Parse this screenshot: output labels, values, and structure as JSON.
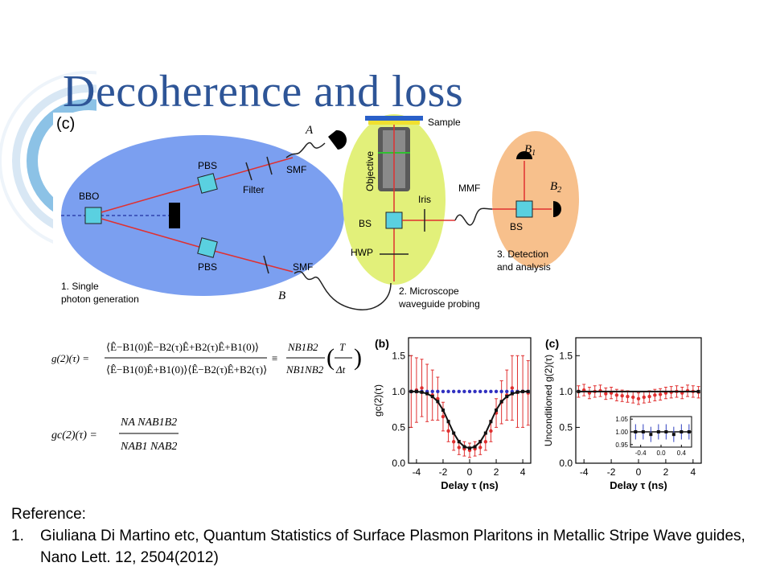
{
  "title": "Decoherence and loss",
  "setup": {
    "panel_label": "(c)",
    "labels": {
      "bbo": "BBO",
      "pbs_top": "PBS",
      "pbs_bottom": "PBS",
      "filter": "Filter",
      "smf_top": "SMF",
      "smf_bottom": "SMF",
      "a": "A",
      "b": "B",
      "sample": "Sample",
      "objective": "Objective",
      "iris": "Iris",
      "bs_mid": "BS",
      "hwp": "HWP",
      "mmf": "MMF",
      "bs_right": "BS",
      "b1": "B",
      "b1_sub": "1",
      "b2": "B",
      "b2_sub": "2",
      "step1_line1": "1. Single",
      "step1_line2": "photon generation",
      "step2_line1": "2. Microscope",
      "step2_line2": "waveguide probing",
      "step3_line1": "3. Detection",
      "step3_line2": "and analysis"
    },
    "colors": {
      "blue_region": "#7b9ff0",
      "green_region": "#e2f07a",
      "orange_region": "#f7c08c",
      "beam": "#e03030",
      "optic": "#5ad0e0"
    }
  },
  "equations": {
    "eq1_lhs": "g(2)(τ) =",
    "eq1_num": "⟨Ê−B1(0)Ê−B2(τ)Ê+B2(τ)Ê+B1(0)⟩",
    "eq1_den": "⟨Ê−B1(0)Ê+B1(0)⟩⟨Ê−B2(τ)Ê+B2(τ)⟩",
    "eq1_equiv": "≡",
    "eq1_frac_num": "NB1B2",
    "eq1_frac_den": "NB1NB2",
    "eq1_paren_num": "T",
    "eq1_paren_den": "Δt",
    "eq2_lhs": "gc(2)(τ) =",
    "eq2_num": "NA NAB1B2",
    "eq2_den": "NAB1 NAB2"
  },
  "chart_data": [
    {
      "type": "scatter",
      "panel_label": "(b)",
      "xlabel": "Delay τ (ns)",
      "ylabel": "gc(2)(τ)",
      "xlim": [
        -4.6,
        4.6
      ],
      "ylim": [
        0,
        1.75
      ],
      "xticks": [
        -4,
        -2,
        0,
        2,
        4
      ],
      "yticks": [
        0.0,
        0.5,
        1.0,
        1.5
      ],
      "series": [
        {
          "color": "#e03030",
          "x": [
            -4.4,
            -4.0,
            -3.6,
            -3.2,
            -2.8,
            -2.4,
            -2.0,
            -1.6,
            -1.2,
            -0.8,
            -0.4,
            0.0,
            0.4,
            0.8,
            1.2,
            1.6,
            2.0,
            2.4,
            2.8,
            3.2,
            3.6,
            4.0,
            4.4
          ],
          "y": [
            1.0,
            1.02,
            1.05,
            0.98,
            0.95,
            0.9,
            0.65,
            0.45,
            0.3,
            0.22,
            0.2,
            0.18,
            0.2,
            0.22,
            0.3,
            0.45,
            0.7,
            0.85,
            0.95,
            1.05,
            1.0,
            1.0,
            0.98
          ],
          "err": [
            0.5,
            0.45,
            0.4,
            0.4,
            0.35,
            0.3,
            0.2,
            0.15,
            0.12,
            0.1,
            0.1,
            0.1,
            0.1,
            0.1,
            0.12,
            0.15,
            0.2,
            0.3,
            0.35,
            0.45,
            0.5,
            0.5,
            0.45
          ]
        },
        {
          "color": "#3030c0",
          "x": [
            -4.4,
            -4.0,
            -3.6,
            -3.2,
            -2.8,
            -2.4,
            -2.0,
            -1.6,
            -1.2,
            -0.8,
            -0.4,
            0.0,
            0.4,
            0.8,
            1.2,
            1.6,
            2.0,
            2.4,
            2.8,
            3.2,
            3.6,
            4.0,
            4.4
          ],
          "y": [
            1.0,
            1.0,
            1.0,
            1.0,
            1.0,
            1.0,
            1.0,
            1.0,
            1.0,
            1.0,
            1.0,
            1.0,
            1.0,
            1.0,
            1.0,
            1.0,
            1.0,
            1.0,
            1.0,
            1.0,
            1.0,
            1.0,
            1.0
          ]
        },
        {
          "color": "#111111",
          "line": true,
          "x": [
            -4.4,
            -4.0,
            -3.6,
            -3.2,
            -2.8,
            -2.4,
            -2.0,
            -1.6,
            -1.2,
            -0.8,
            -0.4,
            0.0,
            0.4,
            0.8,
            1.2,
            1.6,
            2.0,
            2.4,
            2.8,
            3.2,
            3.6,
            4.0,
            4.4
          ],
          "y": [
            1.0,
            1.0,
            0.99,
            0.97,
            0.93,
            0.86,
            0.74,
            0.58,
            0.42,
            0.3,
            0.23,
            0.21,
            0.23,
            0.3,
            0.42,
            0.58,
            0.74,
            0.86,
            0.93,
            0.97,
            0.99,
            1.0,
            1.0
          ]
        }
      ]
    },
    {
      "type": "scatter",
      "panel_label": "(c)",
      "xlabel": "Delay τ (ns)",
      "ylabel": "Unconditioned g(2)(τ)",
      "xlim": [
        -4.6,
        4.6
      ],
      "ylim": [
        0,
        1.75
      ],
      "xticks": [
        -4,
        -2,
        0,
        2,
        4
      ],
      "yticks": [
        0.0,
        0.5,
        1.0,
        1.5
      ],
      "series": [
        {
          "color": "#e03030",
          "x": [
            -4.4,
            -4.0,
            -3.6,
            -3.2,
            -2.8,
            -2.4,
            -2.0,
            -1.6,
            -1.2,
            -0.8,
            -0.4,
            0.0,
            0.4,
            0.8,
            1.2,
            1.6,
            2.0,
            2.4,
            2.8,
            3.2,
            3.6,
            4.0,
            4.4
          ],
          "y": [
            1.0,
            1.02,
            0.98,
            1.0,
            1.01,
            0.97,
            0.98,
            0.95,
            0.94,
            0.93,
            0.92,
            0.9,
            0.92,
            0.93,
            0.95,
            0.96,
            0.98,
            0.99,
            1.0,
            0.98,
            1.01,
            1.0,
            0.99
          ],
          "err": [
            0.08,
            0.08,
            0.08,
            0.08,
            0.08,
            0.08,
            0.08,
            0.08,
            0.08,
            0.08,
            0.08,
            0.08,
            0.08,
            0.08,
            0.08,
            0.08,
            0.08,
            0.08,
            0.08,
            0.08,
            0.08,
            0.08,
            0.08
          ]
        },
        {
          "color": "#111111",
          "line": true,
          "x": [
            -4.4,
            4.4
          ],
          "y": [
            1.0,
            1.0
          ]
        }
      ],
      "inset": {
        "xticks": [
          -0.4,
          0.0,
          0.4
        ],
        "yticks": [
          0.95,
          1.0,
          1.05
        ],
        "xlim": [
          -0.6,
          0.6
        ],
        "ylim": [
          0.94,
          1.06
        ],
        "x": [
          -0.5,
          -0.35,
          -0.2,
          -0.05,
          0.1,
          0.25,
          0.4,
          0.55
        ],
        "y": [
          1.0,
          1.0,
          0.99,
          1.0,
          1.0,
          0.99,
          1.0,
          1.0
        ]
      }
    }
  ],
  "references": {
    "heading": "Reference:",
    "items": [
      {
        "num": "1.",
        "text": "Giuliana Di Martino etc, Quantum Statistics of Surface Plasmon Plaritons in Metallic Stripe Wave guides, Nano Lett. 12, 2504(2012)"
      }
    ]
  }
}
